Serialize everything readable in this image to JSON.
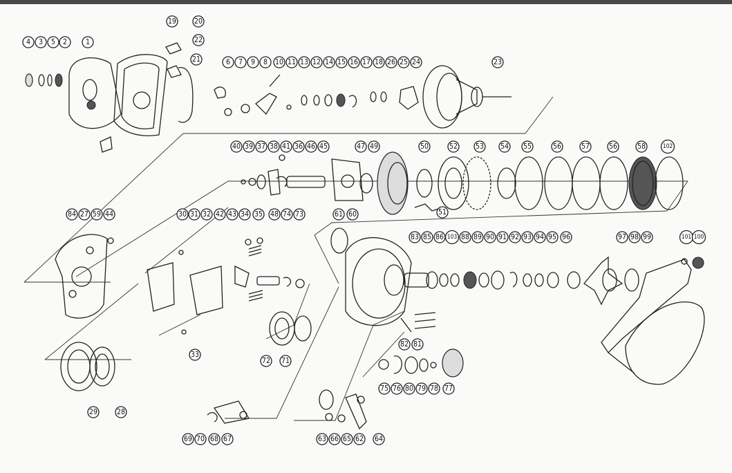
{
  "diagram": {
    "part_numbers": [
      "1",
      "2",
      "3",
      "4",
      "5",
      "6",
      "7",
      "8",
      "9",
      "10",
      "11",
      "12",
      "13",
      "14",
      "15",
      "16",
      "17",
      "18",
      "19",
      "20",
      "21",
      "22",
      "23",
      "24",
      "25",
      "26",
      "27",
      "28",
      "29",
      "30",
      "31",
      "32",
      "33",
      "34",
      "35",
      "36",
      "37",
      "38",
      "39",
      "40",
      "41",
      "42",
      "43",
      "44",
      "45",
      "46",
      "47",
      "48",
      "49",
      "50",
      "51",
      "52",
      "53",
      "54",
      "55",
      "56",
      "57",
      "58",
      "59",
      "60",
      "61",
      "62",
      "63",
      "64",
      "65",
      "66",
      "67",
      "68",
      "69",
      "70",
      "71",
      "72",
      "73",
      "74",
      "75",
      "76",
      "77",
      "78",
      "79",
      "80",
      "81",
      "82",
      "83",
      "84",
      "85",
      "86",
      "88",
      "89",
      "90",
      "91",
      "92",
      "93",
      "94",
      "95",
      "96",
      "97",
      "98",
      "99",
      "100",
      "101",
      "102",
      "103"
    ]
  },
  "labels": {
    "l1": "1",
    "l2": "2",
    "l3": "3",
    "l4": "4",
    "l5": "5",
    "l6": "6",
    "l7": "7",
    "l8": "8",
    "l9": "9",
    "l10": "10",
    "l11": "11",
    "l12": "12",
    "l13": "13",
    "l14": "14",
    "l15": "15",
    "l16": "16",
    "l17": "17",
    "l18": "18",
    "l19": "19",
    "l20": "20",
    "l21": "21",
    "l22": "22",
    "l23": "23",
    "l24": "24",
    "l25": "25",
    "l26": "26",
    "l27": "27",
    "l28": "28",
    "l29": "29",
    "l30": "30",
    "l31": "31",
    "l32": "32",
    "l33": "33",
    "l34": "34",
    "l35": "35",
    "l36": "36",
    "l37": "37",
    "l38": "38",
    "l39": "39",
    "l40": "40",
    "l41": "41",
    "l42": "42",
    "l43": "43",
    "l44": "44",
    "l45": "45",
    "l46": "46",
    "l47": "47",
    "l48": "48",
    "l49": "49",
    "l50": "50",
    "l51": "51",
    "l52": "52",
    "l53": "53",
    "l54": "54",
    "l55": "55",
    "l56a": "56",
    "l56b": "56",
    "l57": "57",
    "l58": "58",
    "l59": "59",
    "l60": "60",
    "l61": "61",
    "l62": "62",
    "l63": "63",
    "l64": "64",
    "l65": "65",
    "l66": "66",
    "l67": "67",
    "l68": "68",
    "l69": "69",
    "l70": "70",
    "l71": "71",
    "l72": "72",
    "l73": "73",
    "l74": "74",
    "l75": "75",
    "l76": "76",
    "l77": "77",
    "l78": "78",
    "l79": "79",
    "l80": "80",
    "l81": "81",
    "l82": "82",
    "l83": "83",
    "l84": "84",
    "l85": "85",
    "l86": "86",
    "l88": "88",
    "l89": "89",
    "l90": "90",
    "l91": "91",
    "l92": "92",
    "l93": "93",
    "l94": "94",
    "l95": "95",
    "l96": "96",
    "l97": "97",
    "l98": "98",
    "l99": "99",
    "l100": "100",
    "l101": "101",
    "l102": "102",
    "l103": "103"
  }
}
